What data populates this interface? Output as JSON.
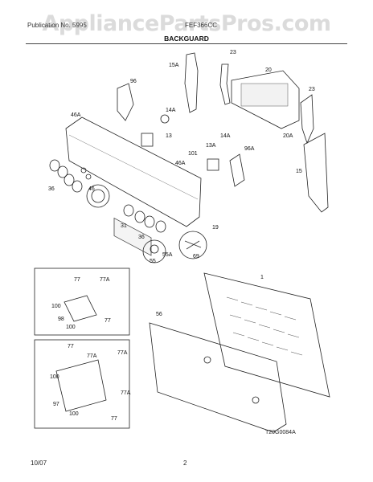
{
  "watermark": "AppliancePartsPros.com",
  "header": {
    "left": "Publication No. 5995",
    "right": "FEF366CC"
  },
  "title": "BACKGUARD",
  "footer": {
    "date": "10/07",
    "page": "2"
  },
  "drawing_ref": "T20G0084A",
  "callouts": [
    "96",
    "15A",
    "23",
    "20",
    "14A",
    "46A",
    "13",
    "23",
    "14A",
    "13A",
    "101",
    "96A",
    "20A",
    "15",
    "46",
    "36",
    "46A",
    "31",
    "36",
    "19",
    "55",
    "55A",
    "69",
    "1",
    "56",
    "77",
    "77A",
    "100",
    "98",
    "100",
    "77",
    "77",
    "77A",
    "77A",
    "100",
    "97",
    "77A",
    "100",
    "77"
  ]
}
